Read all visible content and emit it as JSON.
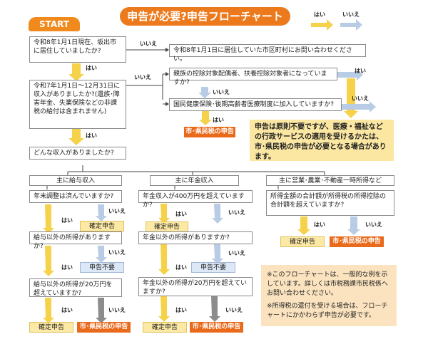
{
  "title": "申告が必要?申告フローチャート",
  "legend": {
    "yes": "はい",
    "no": "いいえ"
  },
  "start": "START",
  "labels": {
    "yes": "はい",
    "no": "いいえ"
  },
  "q1": "令和8年1月1日現在、坂出市に居住していましたか?",
  "q1_no": "令和8年1月1日に居住していた市区町村にお問い合わせください。",
  "q2": "令和7年1月1日～12月31日に収入がありましたか?(遺族･障害年金、失業保険などの非課税の給付は含まれません)",
  "q3": "親族の控除対象配偶者、扶養控除対象者になっていますか?",
  "q4": "国民健康保険･後期高齢者医療制度に加入していますか?",
  "q4_yes": "市･県民税の申告",
  "notice": "申告は原則不要ですが、医療・福祉などの行政サービスの適用を受けるかたは、市･県民税の申告が必要となる場合があります。",
  "q5": "どんな収入がありましたか?",
  "col1": {
    "head": "主に給与収入",
    "q1": "年末調整は済んでいますか?",
    "out1": "確定申告",
    "q2": "給与以外の所得がありますか?",
    "out2": "申告不要",
    "q3": "給与以外の所得が20万円を超えていますか?",
    "out3a": "確定申告",
    "out3b": "市･県民税の申告"
  },
  "col2": {
    "head": "主に年金収入",
    "q1": "年金収入が400万円を超えていますか?",
    "out1": "確定申告",
    "q2": "年金以外の所得がありますか?",
    "out2": "申告不要",
    "q3": "年金以外の所得が20万円を超えていますか?",
    "out3a": "確定申告",
    "out3b": "市･県民税の申告"
  },
  "col3": {
    "head": "主に営業･農業･不動産一時所得など",
    "q1": "所得金額の合計額が所得税の所得控除の合計額を超えていますか?",
    "out1a": "確定申告",
    "out1b": "市･県民税の申告"
  },
  "notes": [
    "※このフローチャートは、一般的な例を示しています。詳しくは市税務課市民税係へお問い合わせください。",
    "※所得税の還付を受ける場合は、フローチャートにかかわらず申告が必要です。"
  ],
  "colors": {
    "yes_arrow": "#f5d24a",
    "no_arrow": "#b9cce6",
    "grey_arrow": "#8c8c8c",
    "orange": "#ea6a1c"
  }
}
